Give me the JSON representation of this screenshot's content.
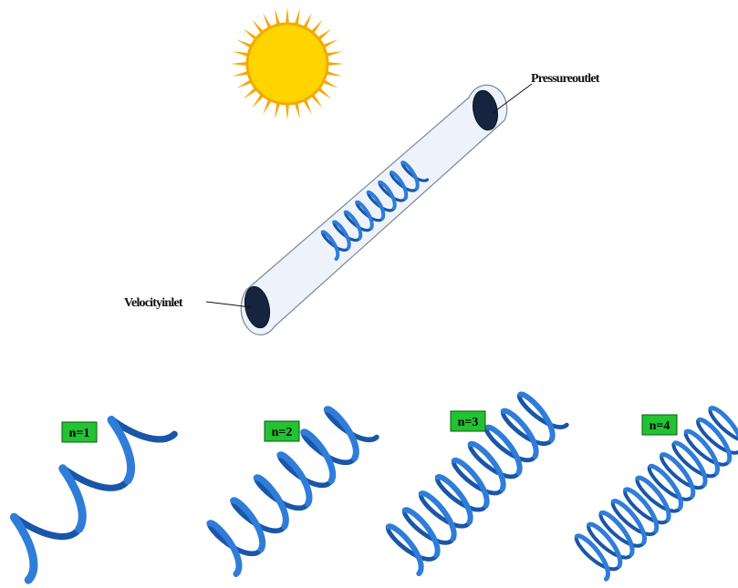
{
  "labels": {
    "outlet": "Pressureoutlet",
    "inlet": "Velocityinlet"
  },
  "variants": [
    {
      "label": "n=1",
      "turns": 3
    },
    {
      "label": "n=2",
      "turns": 6
    },
    {
      "label": "n=3",
      "turns": 9
    },
    {
      "label": "n=4",
      "turns": 12
    }
  ],
  "colors": {
    "sun": "#FFD400",
    "sun_ray": "#F5A800",
    "tube_body": "#EEF3FB",
    "tube_edge": "#7A8796",
    "tube_end": "#16243F",
    "coil": "#2F7DD8",
    "coil_dark": "#1A56A8",
    "tag_fill": "#22C232"
  },
  "icons": [
    "sun-icon",
    "tube-icon",
    "coil-icon"
  ]
}
